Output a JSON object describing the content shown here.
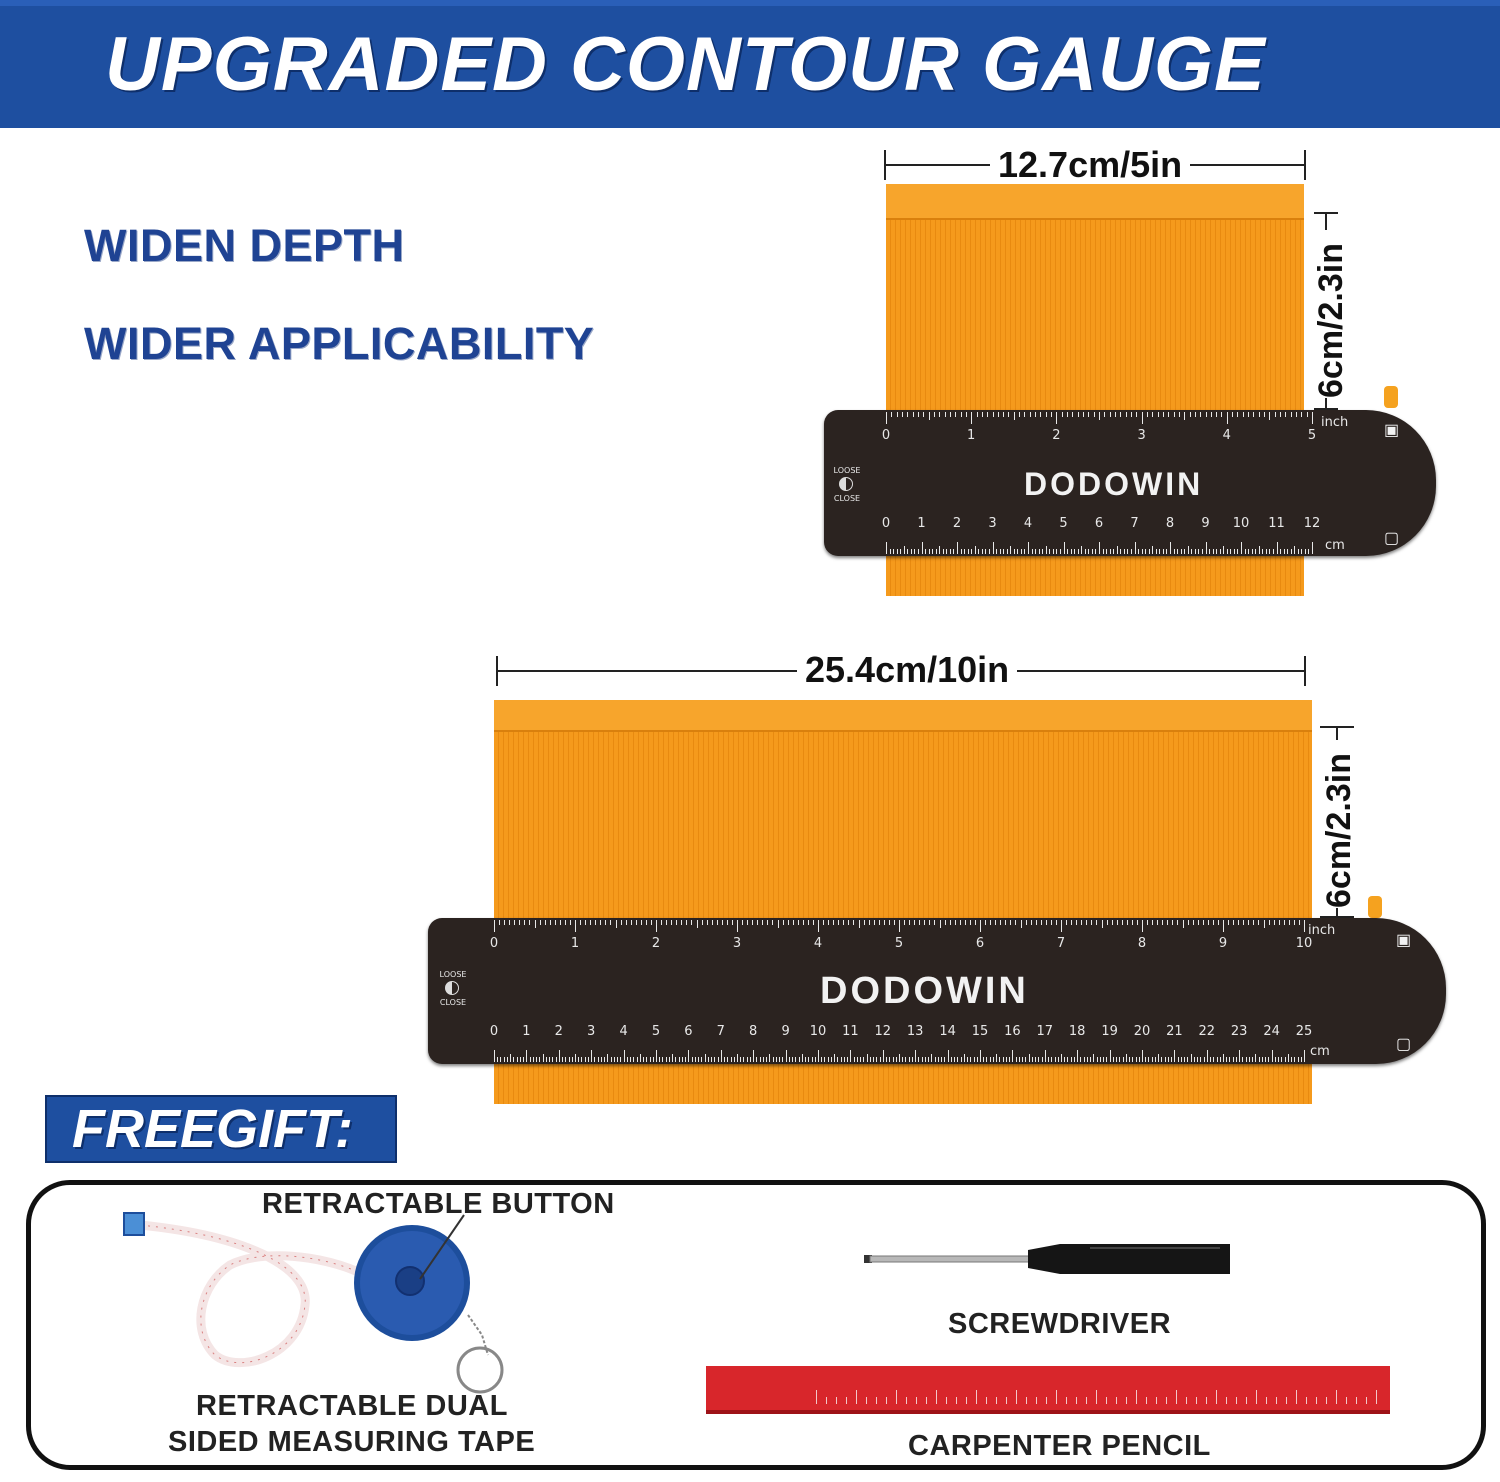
{
  "header": {
    "title": "UPGRADED CONTOUR GAUGE",
    "color": "#1e4fa0"
  },
  "features": [
    "WIDEN DEPTH",
    "WIDER APPLICABILITY"
  ],
  "gauge_small": {
    "width_label": "12.7cm/5in",
    "depth_label": "6cm/2.3in",
    "brand": "DODOWIN",
    "inch_unit": "inch",
    "cm_unit": "cm",
    "loose_label": "LOOSE",
    "close_label": "CLOSE",
    "inch_numbers": [
      "0",
      "1",
      "2",
      "3",
      "4",
      "5"
    ],
    "cm_numbers": [
      "0",
      "1",
      "2",
      "3",
      "4",
      "5",
      "6",
      "7",
      "8",
      "9",
      "10",
      "11",
      "12"
    ]
  },
  "gauge_large": {
    "width_label": "25.4cm/10in",
    "depth_label": "6cm/2.3in",
    "brand": "DODOWIN",
    "inch_unit": "inch",
    "cm_unit": "cm",
    "loose_label": "LOOSE",
    "close_label": "CLOSE",
    "inch_numbers": [
      "0",
      "1",
      "2",
      "3",
      "4",
      "5",
      "6",
      "7",
      "8",
      "9",
      "10"
    ],
    "cm_numbers": [
      "0",
      "1",
      "2",
      "3",
      "4",
      "5",
      "6",
      "7",
      "8",
      "9",
      "10",
      "11",
      "12",
      "13",
      "14",
      "15",
      "16",
      "17",
      "18",
      "19",
      "20",
      "21",
      "22",
      "23",
      "24",
      "25"
    ]
  },
  "gift": {
    "title": "FREEGIFT:",
    "retractable_button": "RETRACTABLE BUTTON",
    "tape_line1": "RETRACTABLE DUAL",
    "tape_line2": "SIDED MEASURING TAPE",
    "screwdriver": "SCREWDRIVER",
    "pencil": "CARPENTER PENCIL"
  },
  "colors": {
    "orange": "#f59a1c",
    "ruler": "#2b2320",
    "banner": "#1e4fa0",
    "pencil": "#d8262b",
    "tape": "#1d4e9c"
  }
}
